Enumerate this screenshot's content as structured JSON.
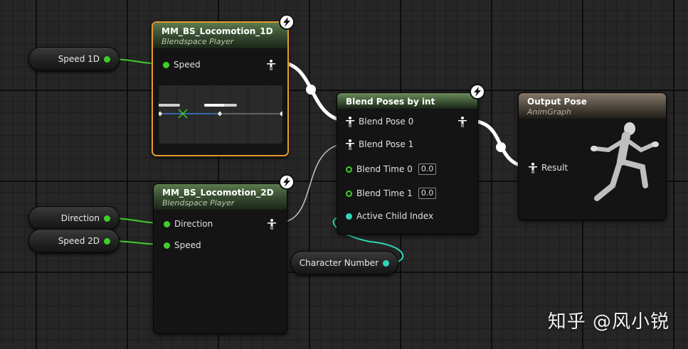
{
  "variables": {
    "speed_1d": "Speed 1D",
    "direction": "Direction",
    "speed_2d": "Speed 2D",
    "character_number": "Character Number"
  },
  "bs_1d": {
    "title": "MM_BS_Locomotion_1D",
    "subtitle": "Blendspace Player",
    "input_speed": "Speed"
  },
  "bs_2d": {
    "title": "MM_BS_Locomotion_2D",
    "subtitle": "Blendspace Player",
    "input_direction": "Direction",
    "input_speed": "Speed"
  },
  "blend": {
    "title": "Blend Poses by int",
    "pose0": "Blend Pose 0",
    "pose1": "Blend Pose 1",
    "time0_label": "Blend Time 0",
    "time0_value": "0.0",
    "time1_label": "Blend Time 1",
    "time1_value": "0.0",
    "active_child": "Active Child Index"
  },
  "output": {
    "title": "Output Pose",
    "subtitle": "AnimGraph",
    "result": "Result"
  },
  "watermark": "知乎 @风小锐",
  "colors": {
    "float_pin": "#3fcf2a",
    "int_pin": "#2fd6b6",
    "selection": "#e59a2f"
  }
}
